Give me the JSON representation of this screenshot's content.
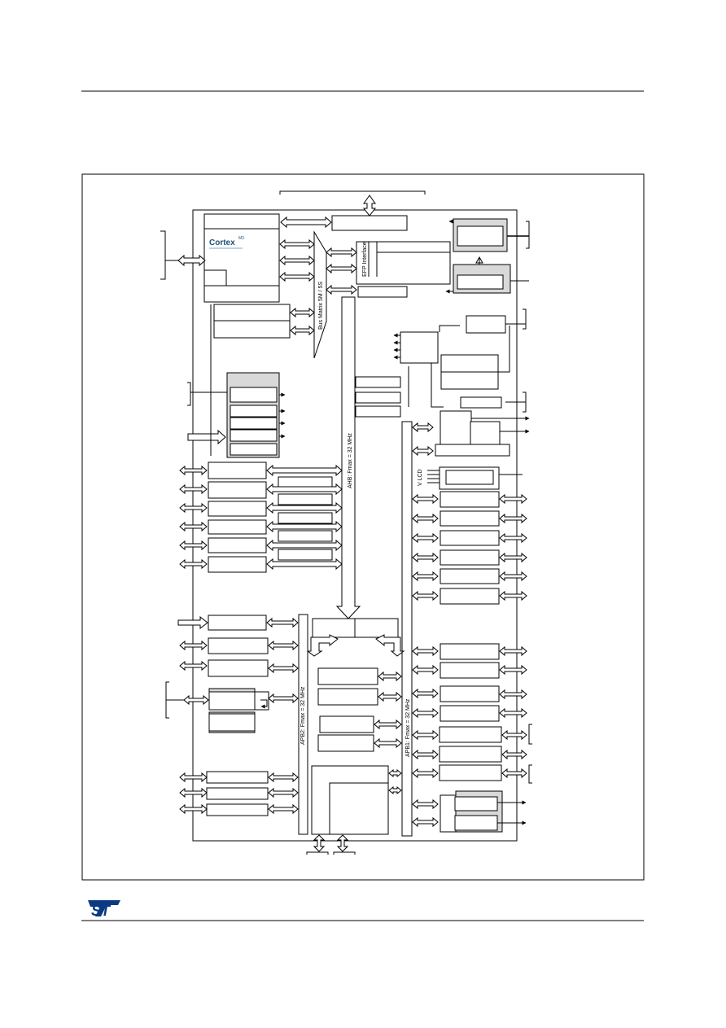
{
  "diagram": {
    "bus_matrix_label": "Bus Matrix 5M / 5S",
    "ahb_label": "AHB: Fmax = 32 MHz",
    "apb1_label": "APB1: Fmax = 32 MHz",
    "apb2_label": "APB2: Fmax = 32 MHz",
    "vlcd_label": "V LCD",
    "efp_interface_label": "EFP Interface",
    "cortex_logo_text": "Cortex",
    "cortex_badge": "M3"
  },
  "footer": {
    "logo_text": "ST"
  }
}
